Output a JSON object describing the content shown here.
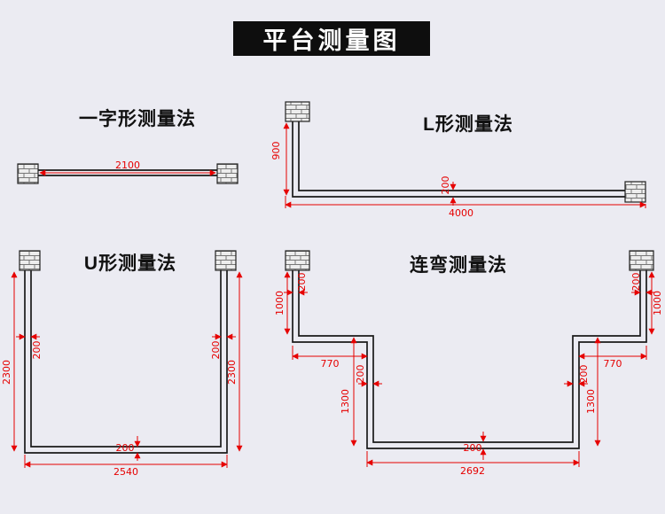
{
  "title": "平台测量图",
  "colors": {
    "background": "#ebebf2",
    "line": "#1a1a1a",
    "dimension": "#e60000"
  },
  "diagrams": {
    "straight": {
      "label": "一字形测量法",
      "length": "2100"
    },
    "l_shape": {
      "label": "L形测量法",
      "height": "900",
      "thickness": "200",
      "length": "4000"
    },
    "u_shape": {
      "label": "U形测量法",
      "left_wall": "200",
      "left_height": "2300",
      "right_wall": "200",
      "right_height": "2300",
      "bottom_thickness": "200",
      "width": "2540"
    },
    "bend": {
      "label": "连弯测量法",
      "left_wall": "200",
      "left_height": "1000",
      "left_offset": "770",
      "left_mid_wall": "200",
      "left_mid_height": "1300",
      "bottom_thickness": "200",
      "width": "2692",
      "right_wall": "200",
      "right_height": "1000",
      "right_offset": "770",
      "right_mid_wall": "200",
      "right_mid_height": "1300"
    }
  }
}
